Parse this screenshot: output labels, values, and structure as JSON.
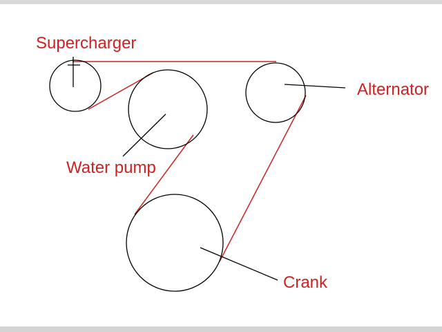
{
  "colors": {
    "label": "#cc2222",
    "belt": "#cc2222",
    "pulley": "#000000",
    "background": "#ffffff"
  },
  "labels": {
    "supercharger": "Supercharger",
    "water_pump": "Water pump",
    "alternator": "Alternator",
    "crank": "Crank"
  }
}
